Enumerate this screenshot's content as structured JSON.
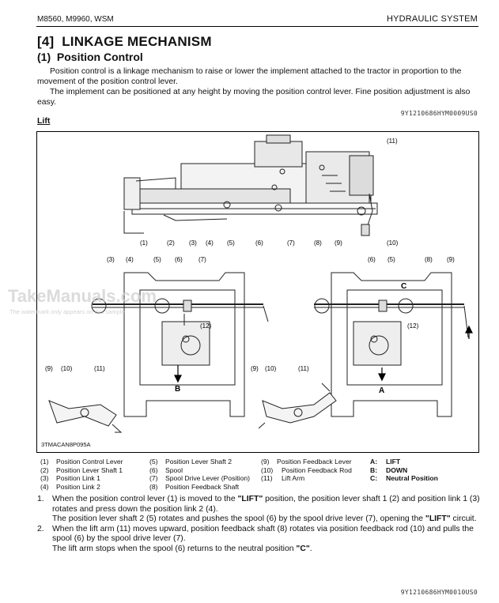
{
  "header": {
    "model": "M8560, M9960, WSM",
    "section": "HYDRAULIC SYSTEM"
  },
  "heading": {
    "title": "[4]  LINKAGE MECHANISM",
    "subtitle": "(1)  Position Control"
  },
  "intro": {
    "p1": "Position control is a linkage mechanism to raise or lower the implement attached to the tractor in proportion to the movement of the position control lever.",
    "p2": "The implement can be positioned at any height by moving the position control lever. Fine position adjustment is also easy.",
    "code": "9Y1210686HYM0009US0"
  },
  "lift_label": "Lift",
  "figure": {
    "code": "3TMACAN8P095A",
    "top_callouts": [
      "(11)",
      "(1)",
      "(2)",
      "(3)",
      "(4)",
      "(5)",
      "(6)",
      "(7)",
      "(8)",
      "(9)",
      "(10)"
    ],
    "left_callouts": [
      "(3)",
      "(4)",
      "(5)",
      "(6)",
      "(7)",
      "(12)",
      "(9)",
      "(10)",
      "(11)"
    ],
    "right_callouts": [
      "(6)",
      "(5)",
      "(8)",
      "(9)",
      "(12)",
      "(9)",
      "(10)",
      "(11)"
    ],
    "letters": {
      "B": "B",
      "A": "A",
      "C": "C"
    }
  },
  "watermark": {
    "title": "TakeManuals.com",
    "sub": "The watermark only appears on this sample"
  },
  "legend": {
    "col1": [
      {
        "num": "(1)",
        "text": "Position Control Lever"
      },
      {
        "num": "(2)",
        "text": "Position Lever Shaft 1"
      },
      {
        "num": "(3)",
        "text": "Position Link 1"
      },
      {
        "num": "(4)",
        "text": "Position Link 2"
      }
    ],
    "col2": [
      {
        "num": "(5)",
        "text": "Position Lever Shaft 2"
      },
      {
        "num": "(6)",
        "text": "Spool"
      },
      {
        "num": "(7)",
        "text": "Spool Drive Lever (Position)"
      },
      {
        "num": "(8)",
        "text": "Position Feedback Shaft"
      }
    ],
    "col3": [
      {
        "num": "(9)",
        "text": "Position Feedback Lever"
      },
      {
        "num": "(10)",
        "text": "Position Feedback Rod"
      },
      {
        "num": "(11)",
        "text": "Lift Arm"
      }
    ],
    "col4": [
      {
        "key": "A:",
        "text": "LIFT"
      },
      {
        "key": "B:",
        "text": "DOWN"
      },
      {
        "key": "C:",
        "text": "Neutral Position"
      }
    ]
  },
  "steps": [
    {
      "num": "1.",
      "a1": "When the position control lever (1) is moved to the ",
      "a2": "\"LIFT\"",
      "a3": " position, the position lever shaft 1 (2) and position link 1 (3) rotates and press down the position link 2 (4).",
      "b1": "The position lever shaft 2 (5) rotates and pushes the spool (6) by the spool drive lever (7), opening the ",
      "b2": "\"LIFT\"",
      "b3": " circuit."
    },
    {
      "num": "2.",
      "a1": "When the lift arm (11) moves upward, position feedback shaft (8) rotates via position feedback rod (10) and pulls the spool (6) by the spool drive lever (7).",
      "b1": "The lift arm stops when the spool (6) returns to the neutral position ",
      "b2": "\"C\"",
      "b3": "."
    }
  ],
  "footer_code": "9Y1210686HYM0010US0"
}
